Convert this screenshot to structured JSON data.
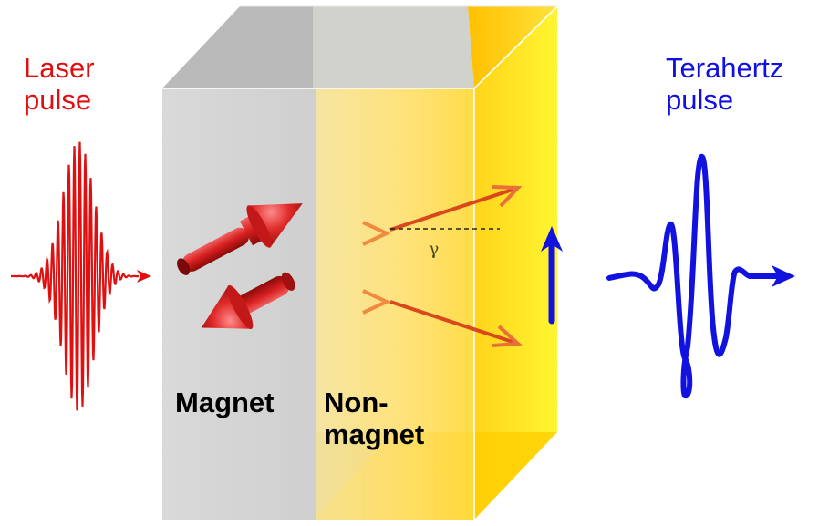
{
  "labels": {
    "laser": "Laser\npulse",
    "terahertz": "Terahertz\npulse",
    "magnet": "Magnet",
    "nonmagnet": "Non-\nmagnet",
    "angle": "γ"
  },
  "colors": {
    "laser": "#e01010",
    "terahertz": "#1010e0",
    "magnet_layer": "#c8c8c8",
    "nonmagnet_layer": "#ffd21a",
    "spin_arrow": "#d42020",
    "current_arrow": "#e07030",
    "text": "#000000"
  },
  "icons": [
    "laser-pulse-wave",
    "spin-arrow-icon",
    "terahertz-wave",
    "current-arrow-icon"
  ]
}
